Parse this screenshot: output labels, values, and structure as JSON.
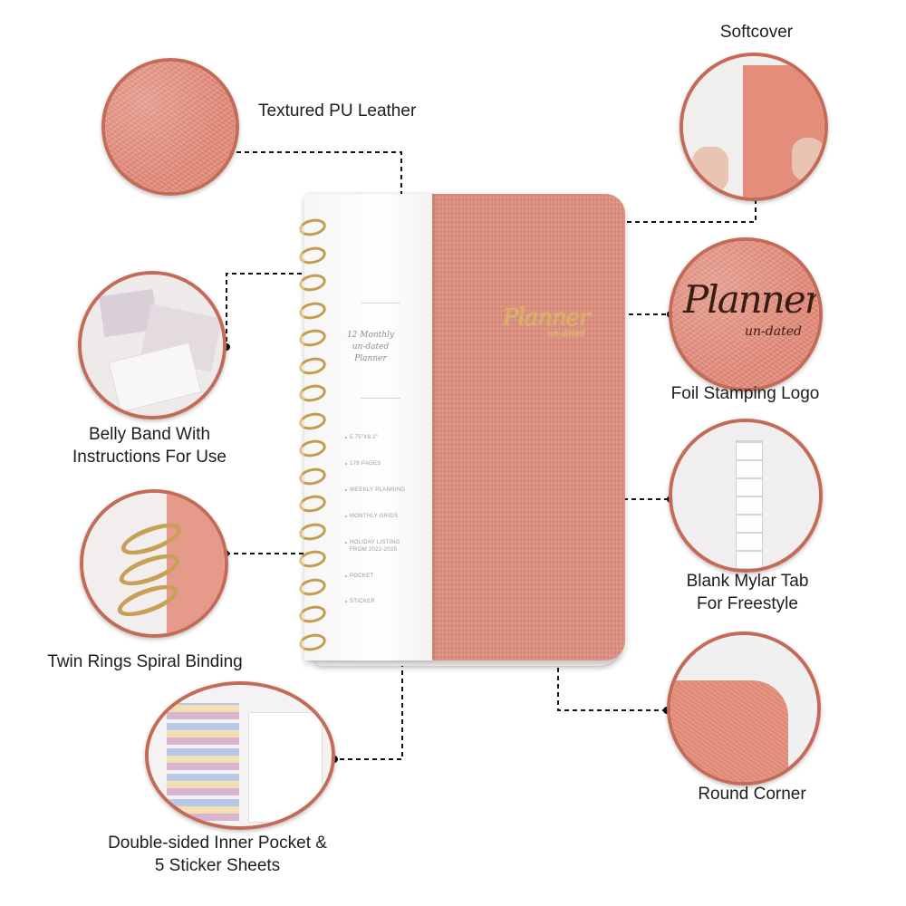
{
  "labels": {
    "textured_pu_leather": "Textured PU Leather",
    "softcover": "Softcover",
    "belly_band_line1": "Belly Band With",
    "belly_band_line2": "Instructions For Use",
    "foil_stamping_logo": "Foil Stamping Logo",
    "twin_rings": "Twin Rings Spiral Binding",
    "blank_mylar_line1": "Blank Mylar Tab",
    "blank_mylar_line2": "For Freestyle",
    "round_corner": "Round Corner",
    "inner_pocket_line1": "Double-sided Inner Pocket &",
    "inner_pocket_line2": "5 Sticker Sheets"
  },
  "belly_band": {
    "title_line1": "12 Monthly",
    "title_line2": "un-dated",
    "title_line3": "Planner",
    "items": [
      "5.75\"X8.2\"",
      "176 PAGES",
      "WEEKLY PLANNING",
      "MONTHLY GRIDS",
      "HOLIDAY LISTING",
      "FROM 2022-2025",
      "POCKET",
      "STICKER"
    ]
  },
  "cover_logo": {
    "main": "Planner",
    "sub": "un-dated"
  },
  "foil_closeup": {
    "main": "Planner",
    "sub": "un-dated"
  },
  "colors": {
    "cover": "#e1907f",
    "ring_gold": "#c39c4e",
    "foil_gold": "#d6b15f",
    "circle_border": "#c46b57"
  }
}
